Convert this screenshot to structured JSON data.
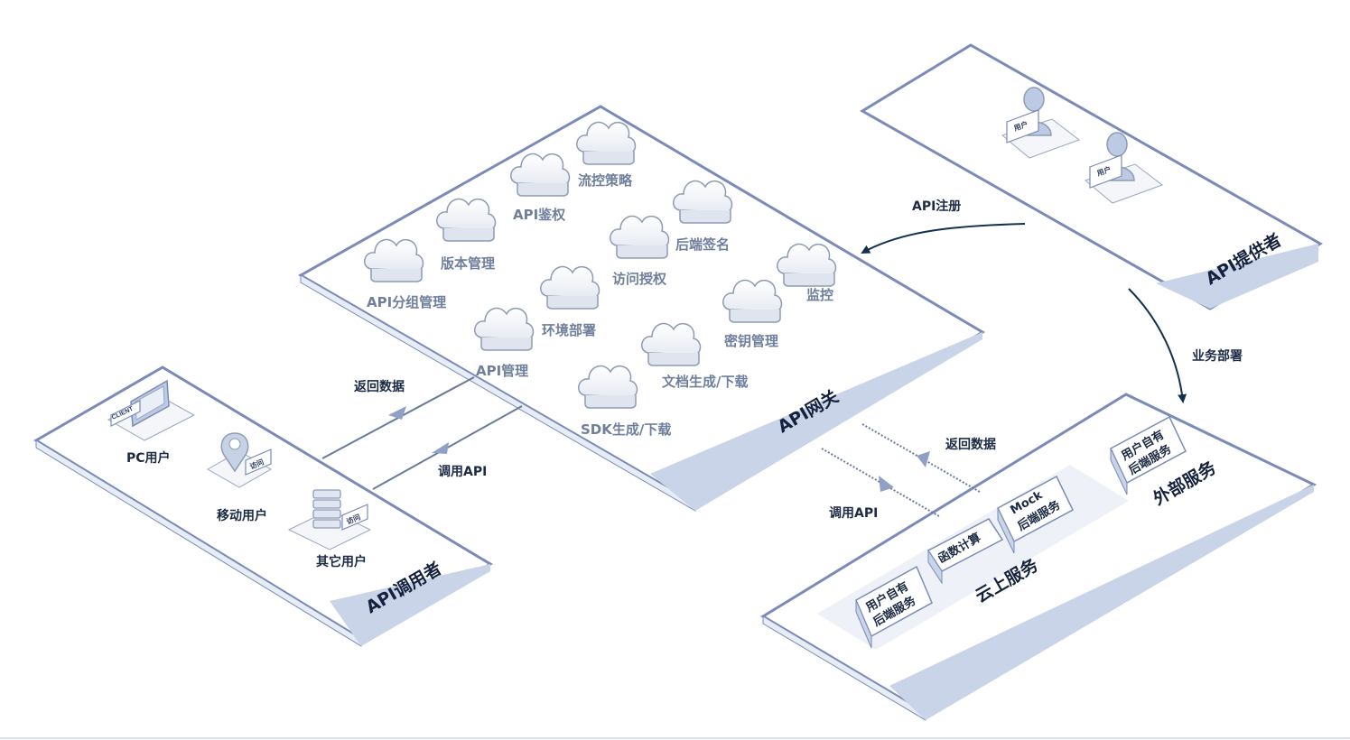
{
  "gateway": {
    "title": "API网关",
    "features": [
      {
        "key": "flow",
        "label": "流控策略"
      },
      {
        "key": "auth",
        "label": "API鉴权"
      },
      {
        "key": "version",
        "label": "版本管理"
      },
      {
        "key": "sign",
        "label": "后端签名"
      },
      {
        "key": "access",
        "label": "访问授权"
      },
      {
        "key": "group",
        "label": "API分组管理"
      },
      {
        "key": "monitor",
        "label": "监控"
      },
      {
        "key": "env",
        "label": "环境部署"
      },
      {
        "key": "key",
        "label": "密钥管理"
      },
      {
        "key": "apimgr",
        "label": "API管理"
      },
      {
        "key": "doc",
        "label": "文档生成/下载"
      },
      {
        "key": "sdk",
        "label": "SDK生成/下载"
      }
    ]
  },
  "provider": {
    "title": "API提供者",
    "user_badge": "用户"
  },
  "caller": {
    "title": "API调用者",
    "client_text": "CLIENT",
    "access_badge": "访问",
    "users": [
      {
        "key": "pc",
        "label": "PC用户"
      },
      {
        "key": "mobile",
        "label": "移动用户"
      },
      {
        "key": "other",
        "label": "其它用户"
      }
    ]
  },
  "services": {
    "cloud_title": "云上服务",
    "external_title": "外部服务",
    "own_backend": [
      "用户自有",
      "后端服务"
    ],
    "function_compute": "函数计算",
    "mock_backend": [
      "Mock",
      "后端服务"
    ],
    "ext_backend": [
      "用户自有",
      "后端服务"
    ]
  },
  "flows": {
    "register": "API注册",
    "deploy": "业务部署",
    "return_left": "返回数据",
    "call_left": "调用API",
    "return_right": "返回数据",
    "call_right": "调用API"
  },
  "colors": {
    "panel_stroke": "#7b8bb8",
    "band_fill": "#c9d4e8",
    "arrow": "#12304f",
    "cloud_stroke": "#8f9bb3"
  }
}
